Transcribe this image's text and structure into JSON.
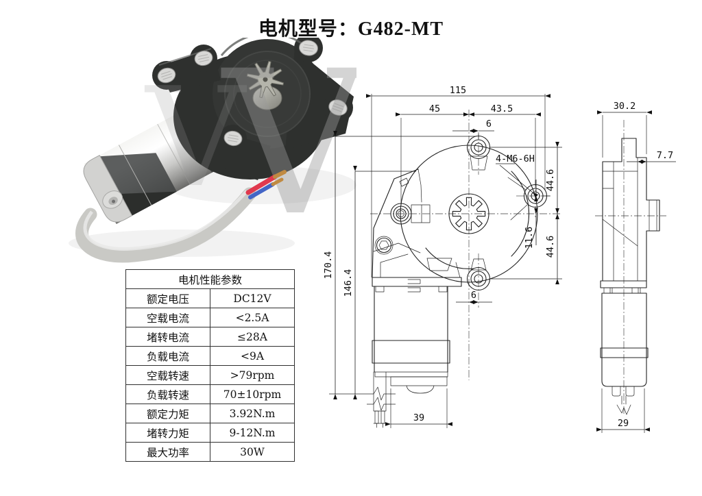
{
  "title": "电机型号：G482-MT",
  "spec_table": {
    "header": "电机性能参数",
    "rows": [
      {
        "label": "额定电压",
        "value": "DC12V"
      },
      {
        "label": "空载电流",
        "value": "<2.5A"
      },
      {
        "label": "堵转电流",
        "value": "≤28A"
      },
      {
        "label": "负载电流",
        "value": "<9A"
      },
      {
        "label": "空载转速",
        "value": ">79rpm"
      },
      {
        "label": "负载转速",
        "value": "70±10rpm"
      },
      {
        "label": "额定力矩",
        "value": "3.92N.m"
      },
      {
        "label": "堵转力矩",
        "value": "9-12N.m"
      },
      {
        "label": "最大功率",
        "value": "30W"
      }
    ]
  },
  "front_view": {
    "dims": {
      "overall_width": "115",
      "left_to_center": "45",
      "center_to_right": "43.5",
      "top_hole_offset": "6",
      "thread_callout": "4-M6-6H",
      "upper_right": "44.6",
      "center_offset": "11.6",
      "lower_right": "44.6",
      "overall_height": "170.4",
      "body_height": "146.4",
      "bottom_hole_offset": "6",
      "cap_width": "39"
    }
  },
  "side_view": {
    "dims": {
      "width": "30.2",
      "plate_thickness": "7.7",
      "bottom_width": "29"
    }
  },
  "photo": {
    "watermark_letter": "V",
    "colors": {
      "housing": "#2e302e",
      "motor_body": "#c8c8c8",
      "cable": "#c9c9c5",
      "wire_red": "#e0394e",
      "wire_blue": "#4365c6",
      "copper_terminal": "#c08a42"
    }
  }
}
